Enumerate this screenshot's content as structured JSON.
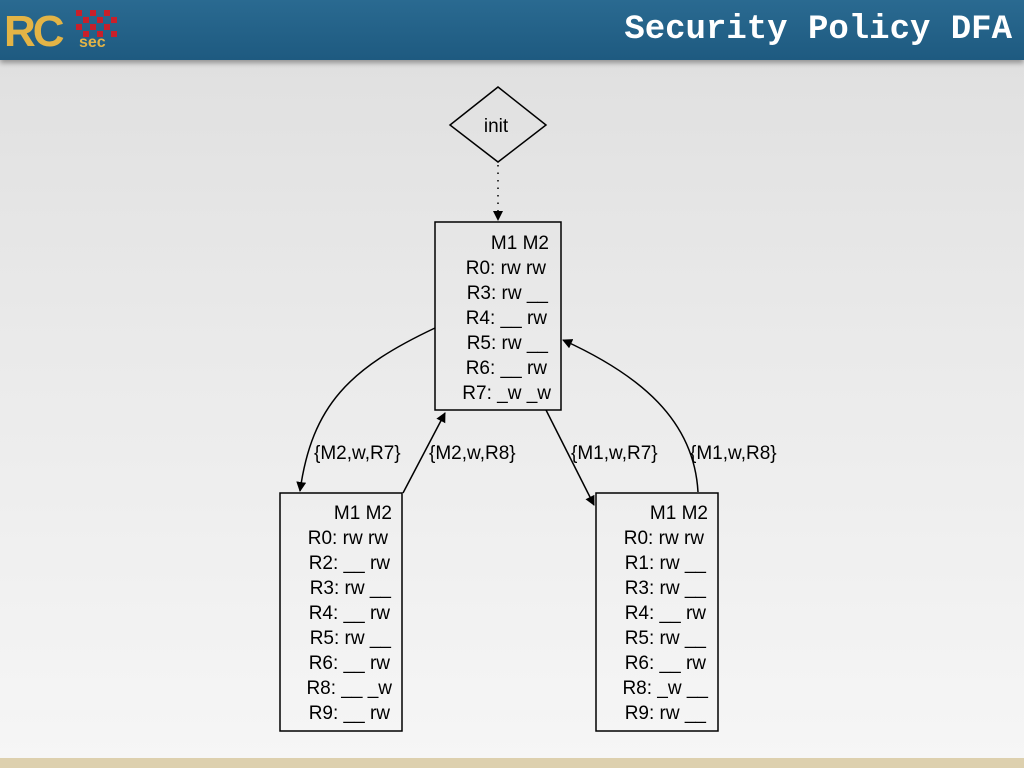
{
  "header": {
    "logo": {
      "main": "RC",
      "sub": "sec",
      "accent": "#e3b446",
      "grid_color": "#c8202a"
    },
    "title": "Security Policy DFA",
    "background": "#1e5a80"
  },
  "diagram": {
    "init_label": "init",
    "states": [
      {
        "id": "root",
        "lines": [
          "M1 M2",
          "R0: rw rw",
          "R3: rw __",
          "R4: __ rw",
          "R5: rw __",
          "R6: __ rw",
          "R7: _w _w"
        ]
      },
      {
        "id": "left",
        "lines": [
          "M1 M2",
          "R0: rw rw",
          "R2: __ rw",
          "R3: rw __",
          "R4: __ rw",
          "R5: rw __",
          "R6: __ rw",
          "R8: __ _w",
          "R9: __ rw"
        ]
      },
      {
        "id": "right",
        "lines": [
          "M1 M2",
          "R0: rw rw",
          "R1: rw __",
          "R3: rw __",
          "R4: __ rw",
          "R5: rw __",
          "R6: __ rw",
          "R8: _w __",
          "R9: rw __"
        ]
      }
    ],
    "transitions": [
      {
        "from": "root",
        "to": "left",
        "label": "{M2,w,R7}"
      },
      {
        "from": "left",
        "to": "root",
        "label": "{M2,w,R8}"
      },
      {
        "from": "root",
        "to": "right",
        "label": "{M1,w,R7}"
      },
      {
        "from": "right",
        "to": "root",
        "label": "{M1,w,R8}"
      }
    ]
  }
}
